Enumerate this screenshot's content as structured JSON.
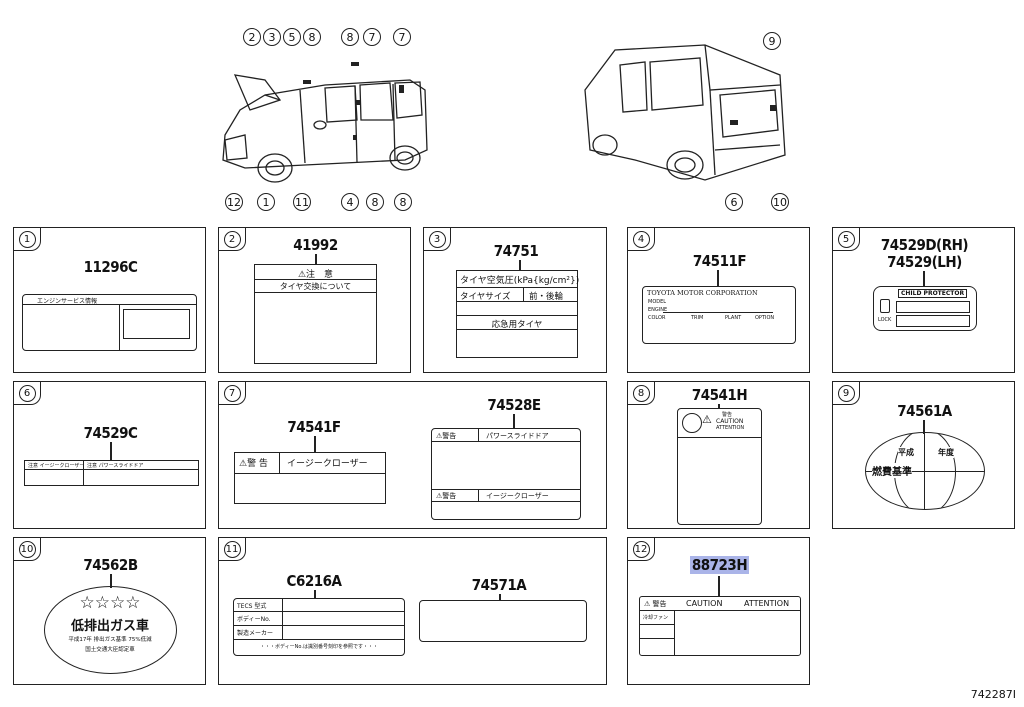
{
  "diagram_code": "742287I",
  "callouts_front": {
    "top": [
      "2",
      "3",
      "5",
      "8",
      "8",
      "7",
      "7"
    ],
    "bottom": [
      "12",
      "1",
      "11",
      "4",
      "8",
      "8"
    ]
  },
  "callouts_rear": {
    "top": [
      "9"
    ],
    "bottom": [
      "6",
      "10"
    ]
  },
  "panels": [
    {
      "num": "1",
      "parts": [
        "11296C"
      ]
    },
    {
      "num": "2",
      "parts": [
        "41992"
      ]
    },
    {
      "num": "3",
      "parts": [
        "74751"
      ]
    },
    {
      "num": "4",
      "parts": [
        "74511F"
      ]
    },
    {
      "num": "5",
      "parts": [
        "74529D(RH)",
        "74529(LH)"
      ]
    },
    {
      "num": "6",
      "parts": [
        "74529C"
      ]
    },
    {
      "num": "7",
      "parts": [
        "74541F",
        "74528E"
      ]
    },
    {
      "num": "8",
      "parts": [
        "74541H"
      ]
    },
    {
      "num": "9",
      "parts": [
        "74561A"
      ]
    },
    {
      "num": "10",
      "parts": [
        "74562B"
      ]
    },
    {
      "num": "11",
      "parts": [
        "C6216A",
        "74571A"
      ]
    },
    {
      "num": "12",
      "parts": [
        "88723H"
      ]
    }
  ],
  "labels": {
    "l1_header": "エンジンサービス情報",
    "l2_caution": "⚠注　意",
    "l2_sub": "タイヤ交換について",
    "l3_title": "タイヤ空気圧(kPa{kg/cm²})",
    "l3_size": "タイヤサイズ",
    "l3_frontrear": "前・後輪",
    "l3_spare": "応急用タイヤ",
    "l4_maker": "TOYOTA MOTOR CORPORATION",
    "l4_model": "MODEL",
    "l4_engine": "ENGINE",
    "l4_color": "COLOR",
    "l4_trim": "TRIM",
    "l4_plant": "PLANT",
    "l4_option": "OPTION",
    "l5_child": "CHILD PROTECTOR",
    "l5_lock": "LOCK",
    "l6_left": "注意 イージークローザー",
    "l6_right": "注意 パワースライドドア",
    "l7_warn": "⚠警 告",
    "l7_closer": "イージークローザー",
    "l7b_warn": "⚠警告",
    "l7b_slide": "パワースライドドア",
    "l7b_warn2": "⚠警告",
    "l7b_closer": "イージークローザー",
    "l8_jp": "警告",
    "l8_caution": "CAUTION",
    "l8_attention": "ATTENTION",
    "l9_heisei": "平成",
    "l9_year": "年度",
    "l9_fuel": "燃費基準",
    "l10_stars": "☆☆☆☆",
    "l10_main": "低排出ガス車",
    "l10_sub1": "平成17年 排出ガス基準 75%低減",
    "l10_sub2": "国土交通大臣認定車",
    "l11_tecs": "TECS 型式",
    "l11_body": "ボディーNo.",
    "l11_maker": "製造メーカー",
    "l11_note": "・・・ボディーNo.は識別番号刻印を参照です・・・",
    "l12_warn": "⚠ 警告",
    "l12_caution": "CAUTION",
    "l12_attention": "ATTENTION",
    "l12_fan": "冷却ファン"
  }
}
